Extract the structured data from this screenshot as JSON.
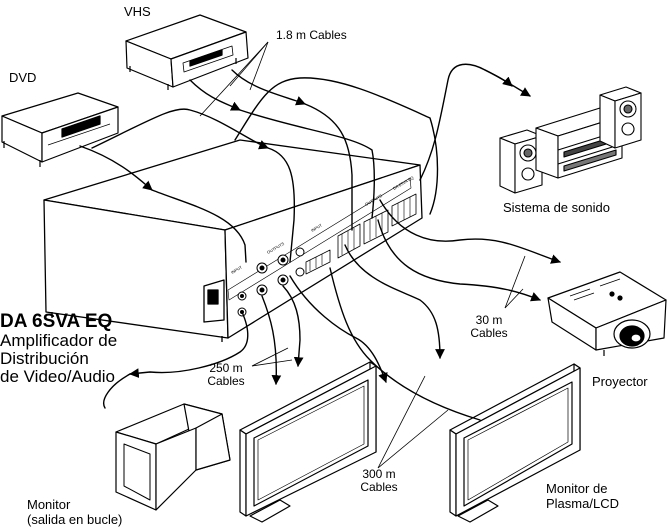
{
  "labels": {
    "vhs": "VHS",
    "dvd": "DVD",
    "cables_short": "1.8 m Cables",
    "sound_system": "Sistema de sonido",
    "cables_30_a": "30 m",
    "cables_30_b": "Cables",
    "projector": "Proyector",
    "cables_250_a": "250 m",
    "cables_250_b": "Cables",
    "cables_300_a": "300 m",
    "cables_300_b": "Cables",
    "plasma_a": "Monitor de",
    "plasma_b": "Plasma/LCD",
    "monitor_a": "Monitor",
    "monitor_b": "(salida en bucle)",
    "product_name": "DA 6SVA EQ",
    "product_desc_1": "Amplificador de",
    "product_desc_2": "Distribución",
    "product_desc_3": "de Video/Audio"
  },
  "panel_text": {
    "input": "INPUT",
    "outputs": "OUTPUTS",
    "model": "DA 6SVA EQ",
    "input_sm": "INPUT"
  },
  "icons": [
    "vhs-player-icon",
    "dvd-player-icon",
    "distribution-amplifier-icon",
    "stereo-system-icon",
    "projector-icon",
    "crt-monitor-icon",
    "flat-panel-monitor-icon",
    "flat-panel-monitor-icon"
  ]
}
